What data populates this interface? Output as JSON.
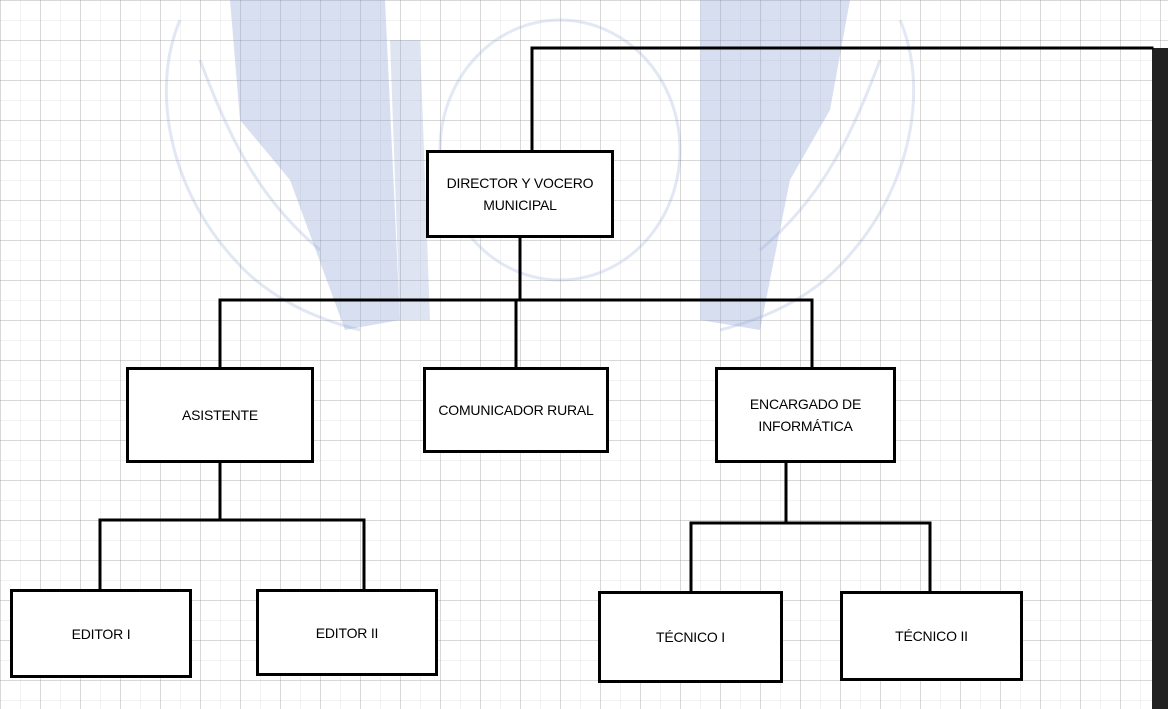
{
  "diagram": {
    "type": "org-chart",
    "nodes": [
      {
        "id": "director",
        "label": "DIRECTOR Y VOCERO MUNICIPAL",
        "parent": null
      },
      {
        "id": "asistente",
        "label": "ASISTENTE",
        "parent": "director"
      },
      {
        "id": "comunicador",
        "label": "COMUNICADOR RURAL",
        "parent": "director"
      },
      {
        "id": "informatica",
        "label": "ENCARGADO DE INFORMÁTICA",
        "parent": "director"
      },
      {
        "id": "editor1",
        "label": "EDITOR I",
        "parent": "asistente"
      },
      {
        "id": "editor2",
        "label": "EDITOR II",
        "parent": "asistente"
      },
      {
        "id": "tecnico1",
        "label": "TÉCNICO I",
        "parent": "informatica"
      },
      {
        "id": "tecnico2",
        "label": "TÉCNICO II",
        "parent": "informatica"
      }
    ]
  },
  "labels": {
    "director": "DIRECTOR Y VOCERO MUNICIPAL",
    "asistente": "ASISTENTE",
    "comunicador": "COMUNICADOR RURAL",
    "informatica": "ENCARGADO DE INFORMÁTICA",
    "editor1": "EDITOR I",
    "editor2": "EDITOR II",
    "tecnico1": "TÉCNICO I",
    "tecnico2": "TÉCNICO II"
  },
  "colors": {
    "line": "#000000",
    "box_border": "#000000",
    "box_fill": "#ffffff",
    "grid": "#bfbfbf",
    "watermark": "#8ea2d6"
  }
}
